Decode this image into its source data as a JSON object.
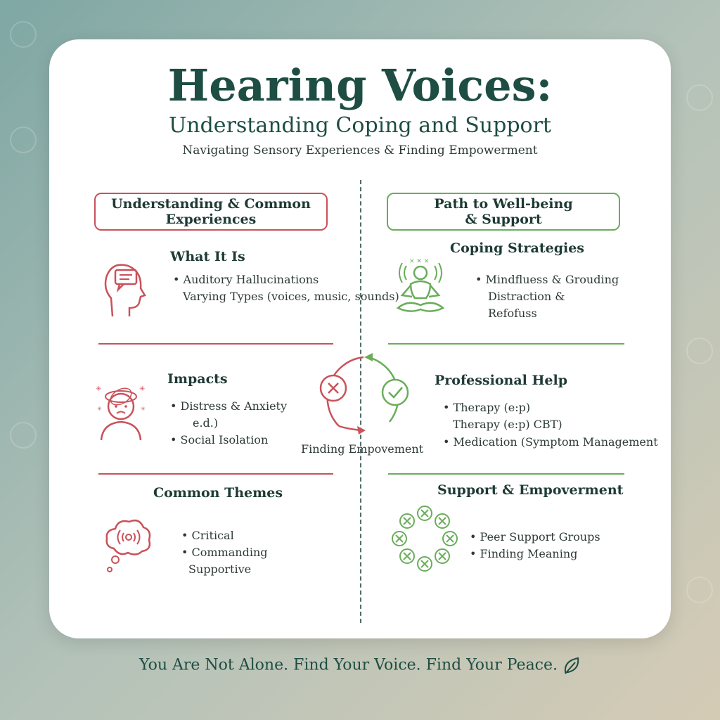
{
  "header": {
    "title": "Hearing Voices:",
    "subtitle": "Understanding Coping and Support",
    "tagline": "Navigating Sensory Experiences & Finding Empowerment"
  },
  "left_column": {
    "header": "Understanding & Common\nExperiences",
    "what_it_is": {
      "title": "What It Is",
      "bullets": [
        "• Auditory Hallucinations",
        "Varying Types (voices, music, sounds)"
      ]
    },
    "impacts": {
      "title": "Impacts",
      "bullets": [
        "• Distress & Anxiety",
        "e.d.)",
        "• Social Isolation"
      ]
    },
    "common_themes": {
      "title": "Common Themes",
      "bullets": [
        "• Critical",
        "• Commanding",
        "Supportive"
      ]
    }
  },
  "right_column": {
    "header": "Path to Well-being\n& Support",
    "coping": {
      "title": "Coping Strategies",
      "bullets": [
        "• Mindfluess & Grouding",
        "Distraction &",
        "Refofuss"
      ]
    },
    "professional": {
      "title": "Professional Help",
      "bullets": [
        "• Therapy (e:p)",
        "Therapy (e:p) CBT)",
        "• Medication (Symptom Management"
      ]
    },
    "support": {
      "title": "Support & Empoverment",
      "bullets": [
        "• Peer Support Groups",
        "• Finding Meaning"
      ]
    }
  },
  "center": {
    "label": "Finding Empovement"
  },
  "footer": {
    "text": "You Are Not Alone. Find Your Voice. Find Your Peace."
  },
  "colors": {
    "red": "#c9525a",
    "green": "#6aad5a",
    "dark_green": "#1e4d43"
  },
  "icons": [
    "head-speech-icon",
    "distressed-person-icon",
    "thought-cloud-icon",
    "meditation-icon",
    "cross-circle-icon",
    "check-circle-icon",
    "people-circle-icon",
    "leaf-icon"
  ]
}
